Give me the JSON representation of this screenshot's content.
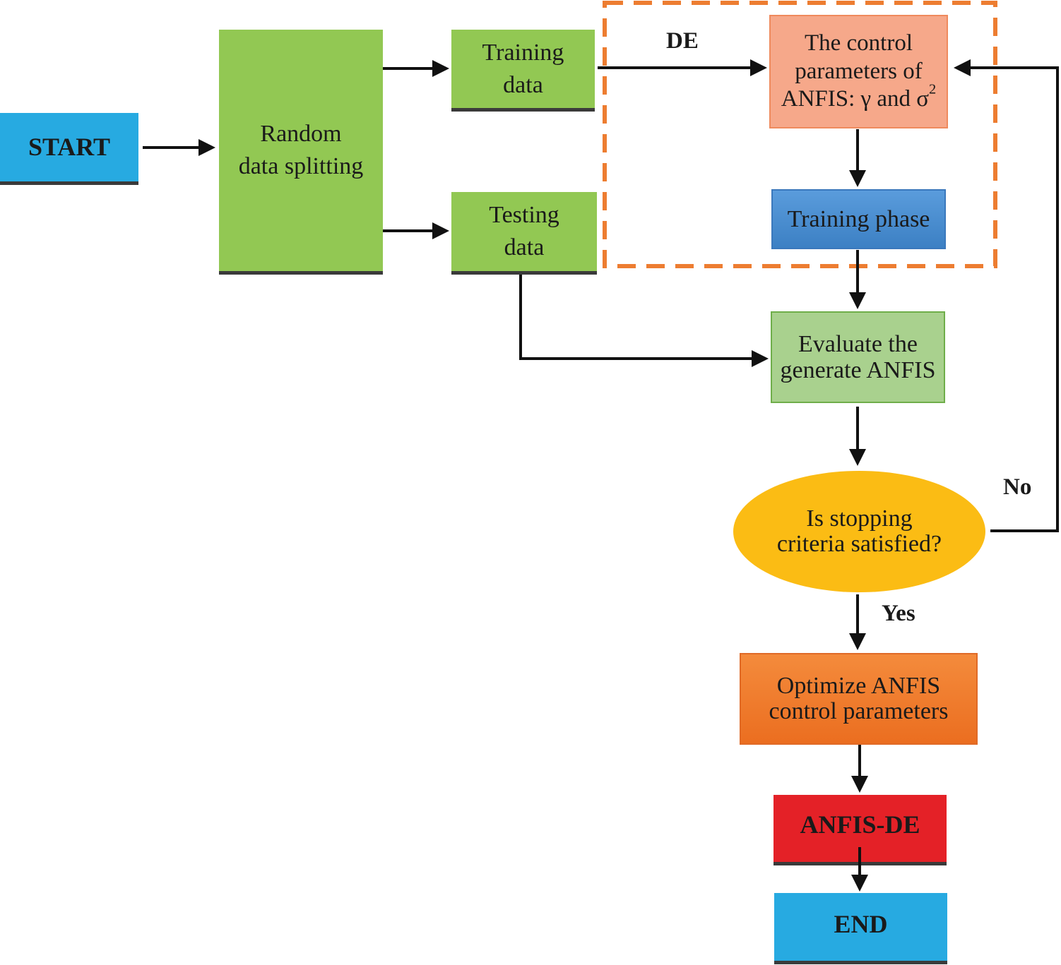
{
  "diagram": {
    "nodes": {
      "start": {
        "text": "START"
      },
      "random_split": {
        "line1": "Random",
        "line2": "data splitting"
      },
      "training_data": {
        "line1": "Training",
        "line2": "data"
      },
      "testing_data": {
        "line1": "Testing",
        "line2": "data"
      },
      "control_params": {
        "line1": "The control",
        "line2": "parameters of",
        "line3": "ANFIS: γ and σ",
        "line3_sup": "2"
      },
      "training_phase": {
        "text": "Training phase"
      },
      "evaluate": {
        "line1": "Evaluate the",
        "line2": "generate ANFIS"
      },
      "decision": {
        "line1": "Is stopping",
        "line2": "criteria satisfied?"
      },
      "optimize": {
        "line1": "Optimize ANFIS",
        "line2": "control parameters"
      },
      "anfis_de": {
        "text": "ANFIS-DE"
      },
      "end": {
        "text": "END"
      }
    },
    "edge_labels": {
      "de": "DE",
      "no": "No",
      "yes": "Yes"
    },
    "colors": {
      "start_end": "#27aae1",
      "green_boxes": "#92c853",
      "control_params": "#f6a88a",
      "training_phase": "#3c80c4",
      "evaluate": "#a9d18e",
      "decision": "#fbbc14",
      "optimize": "#eb6e20",
      "anfis_de": "#e42127",
      "de_region_border": "#ed7d31",
      "arrows": "#111111"
    }
  }
}
